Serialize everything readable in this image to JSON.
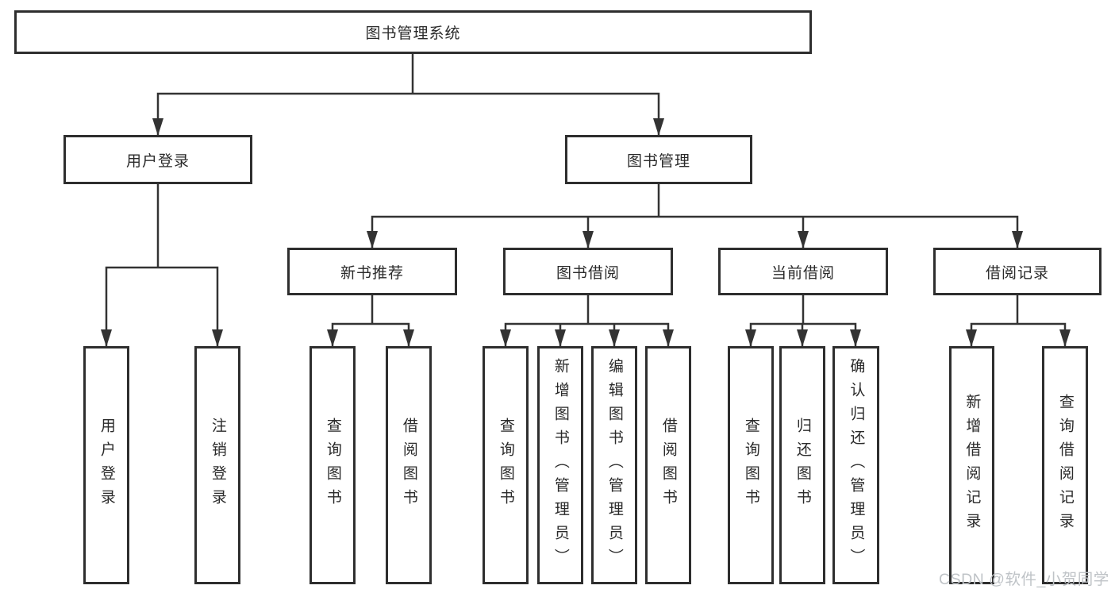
{
  "nodes": {
    "root": "图书管理系统",
    "user_login": "用户登录",
    "book_management": "图书管理",
    "new_book_recommendation": "新书推荐",
    "book_borrowing": "图书借阅",
    "current_borrowing": "当前借阅",
    "borrowing_records": "借阅记录",
    "login_children": [
      "用户登录",
      "注销登录"
    ],
    "recommendation_children": [
      "查询图书",
      "借阅图书"
    ],
    "borrowing_children": [
      "查询图书",
      "新增图书（管理员）",
      "编辑图书（管理员）",
      "借阅图书"
    ],
    "current_children": [
      "查询图书",
      "归还图书",
      "确认归还（管理员）"
    ],
    "records_children": [
      "新增借阅记录",
      "查询借阅记录"
    ]
  },
  "watermark": "CSDN @软件_小贺同学",
  "colors": {
    "line": "#333333",
    "box_border": "#2e2e2e",
    "box_fill": "#ffffff",
    "text": "#2a2a2a",
    "watermark": "#bfc3c7",
    "background": "#ffffff"
  }
}
